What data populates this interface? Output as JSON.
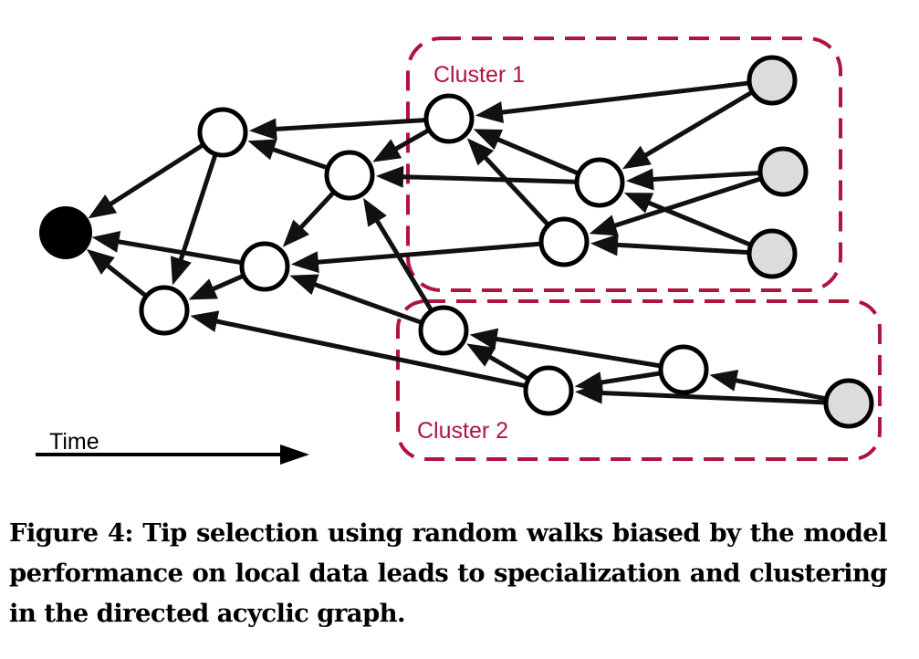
{
  "figure": {
    "caption": "Figure 4: Tip selection using random walks biased by the model performance on local data leads to specialization and clustering in the directed acyclic graph."
  },
  "colors": {
    "cluster_border": "#b0143c",
    "node_stroke": "#000000",
    "genesis_fill": "#000000",
    "node_fill": "#ffffff",
    "tip_fill": "#dcdcdc",
    "edge": "#111111"
  },
  "time_axis": {
    "label": "Time"
  },
  "clusters": [
    {
      "id": "cluster1",
      "label": "Cluster 1"
    },
    {
      "id": "cluster2",
      "label": "Cluster 2"
    }
  ],
  "nodes": [
    {
      "id": "genesis",
      "kind": "genesis"
    },
    {
      "id": "a",
      "kind": "transaction"
    },
    {
      "id": "b",
      "kind": "transaction"
    },
    {
      "id": "c",
      "kind": "transaction"
    },
    {
      "id": "d",
      "kind": "transaction"
    },
    {
      "id": "e",
      "kind": "transaction",
      "cluster": "cluster1"
    },
    {
      "id": "f",
      "kind": "transaction",
      "cluster": "cluster1"
    },
    {
      "id": "g",
      "kind": "transaction",
      "cluster": "cluster1"
    },
    {
      "id": "h",
      "kind": "tip",
      "cluster": "cluster1"
    },
    {
      "id": "i",
      "kind": "tip",
      "cluster": "cluster1"
    },
    {
      "id": "j",
      "kind": "tip",
      "cluster": "cluster1"
    },
    {
      "id": "k",
      "kind": "transaction",
      "cluster": "cluster2"
    },
    {
      "id": "l",
      "kind": "transaction",
      "cluster": "cluster2"
    },
    {
      "id": "m",
      "kind": "transaction",
      "cluster": "cluster2"
    },
    {
      "id": "n",
      "kind": "tip",
      "cluster": "cluster2"
    }
  ],
  "edges": [
    [
      "a",
      "genesis"
    ],
    [
      "a",
      "b"
    ],
    [
      "c",
      "genesis"
    ],
    [
      "c",
      "b"
    ],
    [
      "b",
      "genesis"
    ],
    [
      "d",
      "a"
    ],
    [
      "d",
      "c"
    ],
    [
      "e",
      "a"
    ],
    [
      "e",
      "d"
    ],
    [
      "f",
      "d"
    ],
    [
      "f",
      "e"
    ],
    [
      "g",
      "e"
    ],
    [
      "g",
      "c"
    ],
    [
      "h",
      "e"
    ],
    [
      "h",
      "f"
    ],
    [
      "i",
      "f"
    ],
    [
      "i",
      "g"
    ],
    [
      "j",
      "f"
    ],
    [
      "j",
      "g"
    ],
    [
      "k",
      "d"
    ],
    [
      "k",
      "c"
    ],
    [
      "l",
      "k"
    ],
    [
      "l",
      "b"
    ],
    [
      "m",
      "k"
    ],
    [
      "m",
      "l"
    ],
    [
      "n",
      "m"
    ],
    [
      "n",
      "l"
    ]
  ]
}
